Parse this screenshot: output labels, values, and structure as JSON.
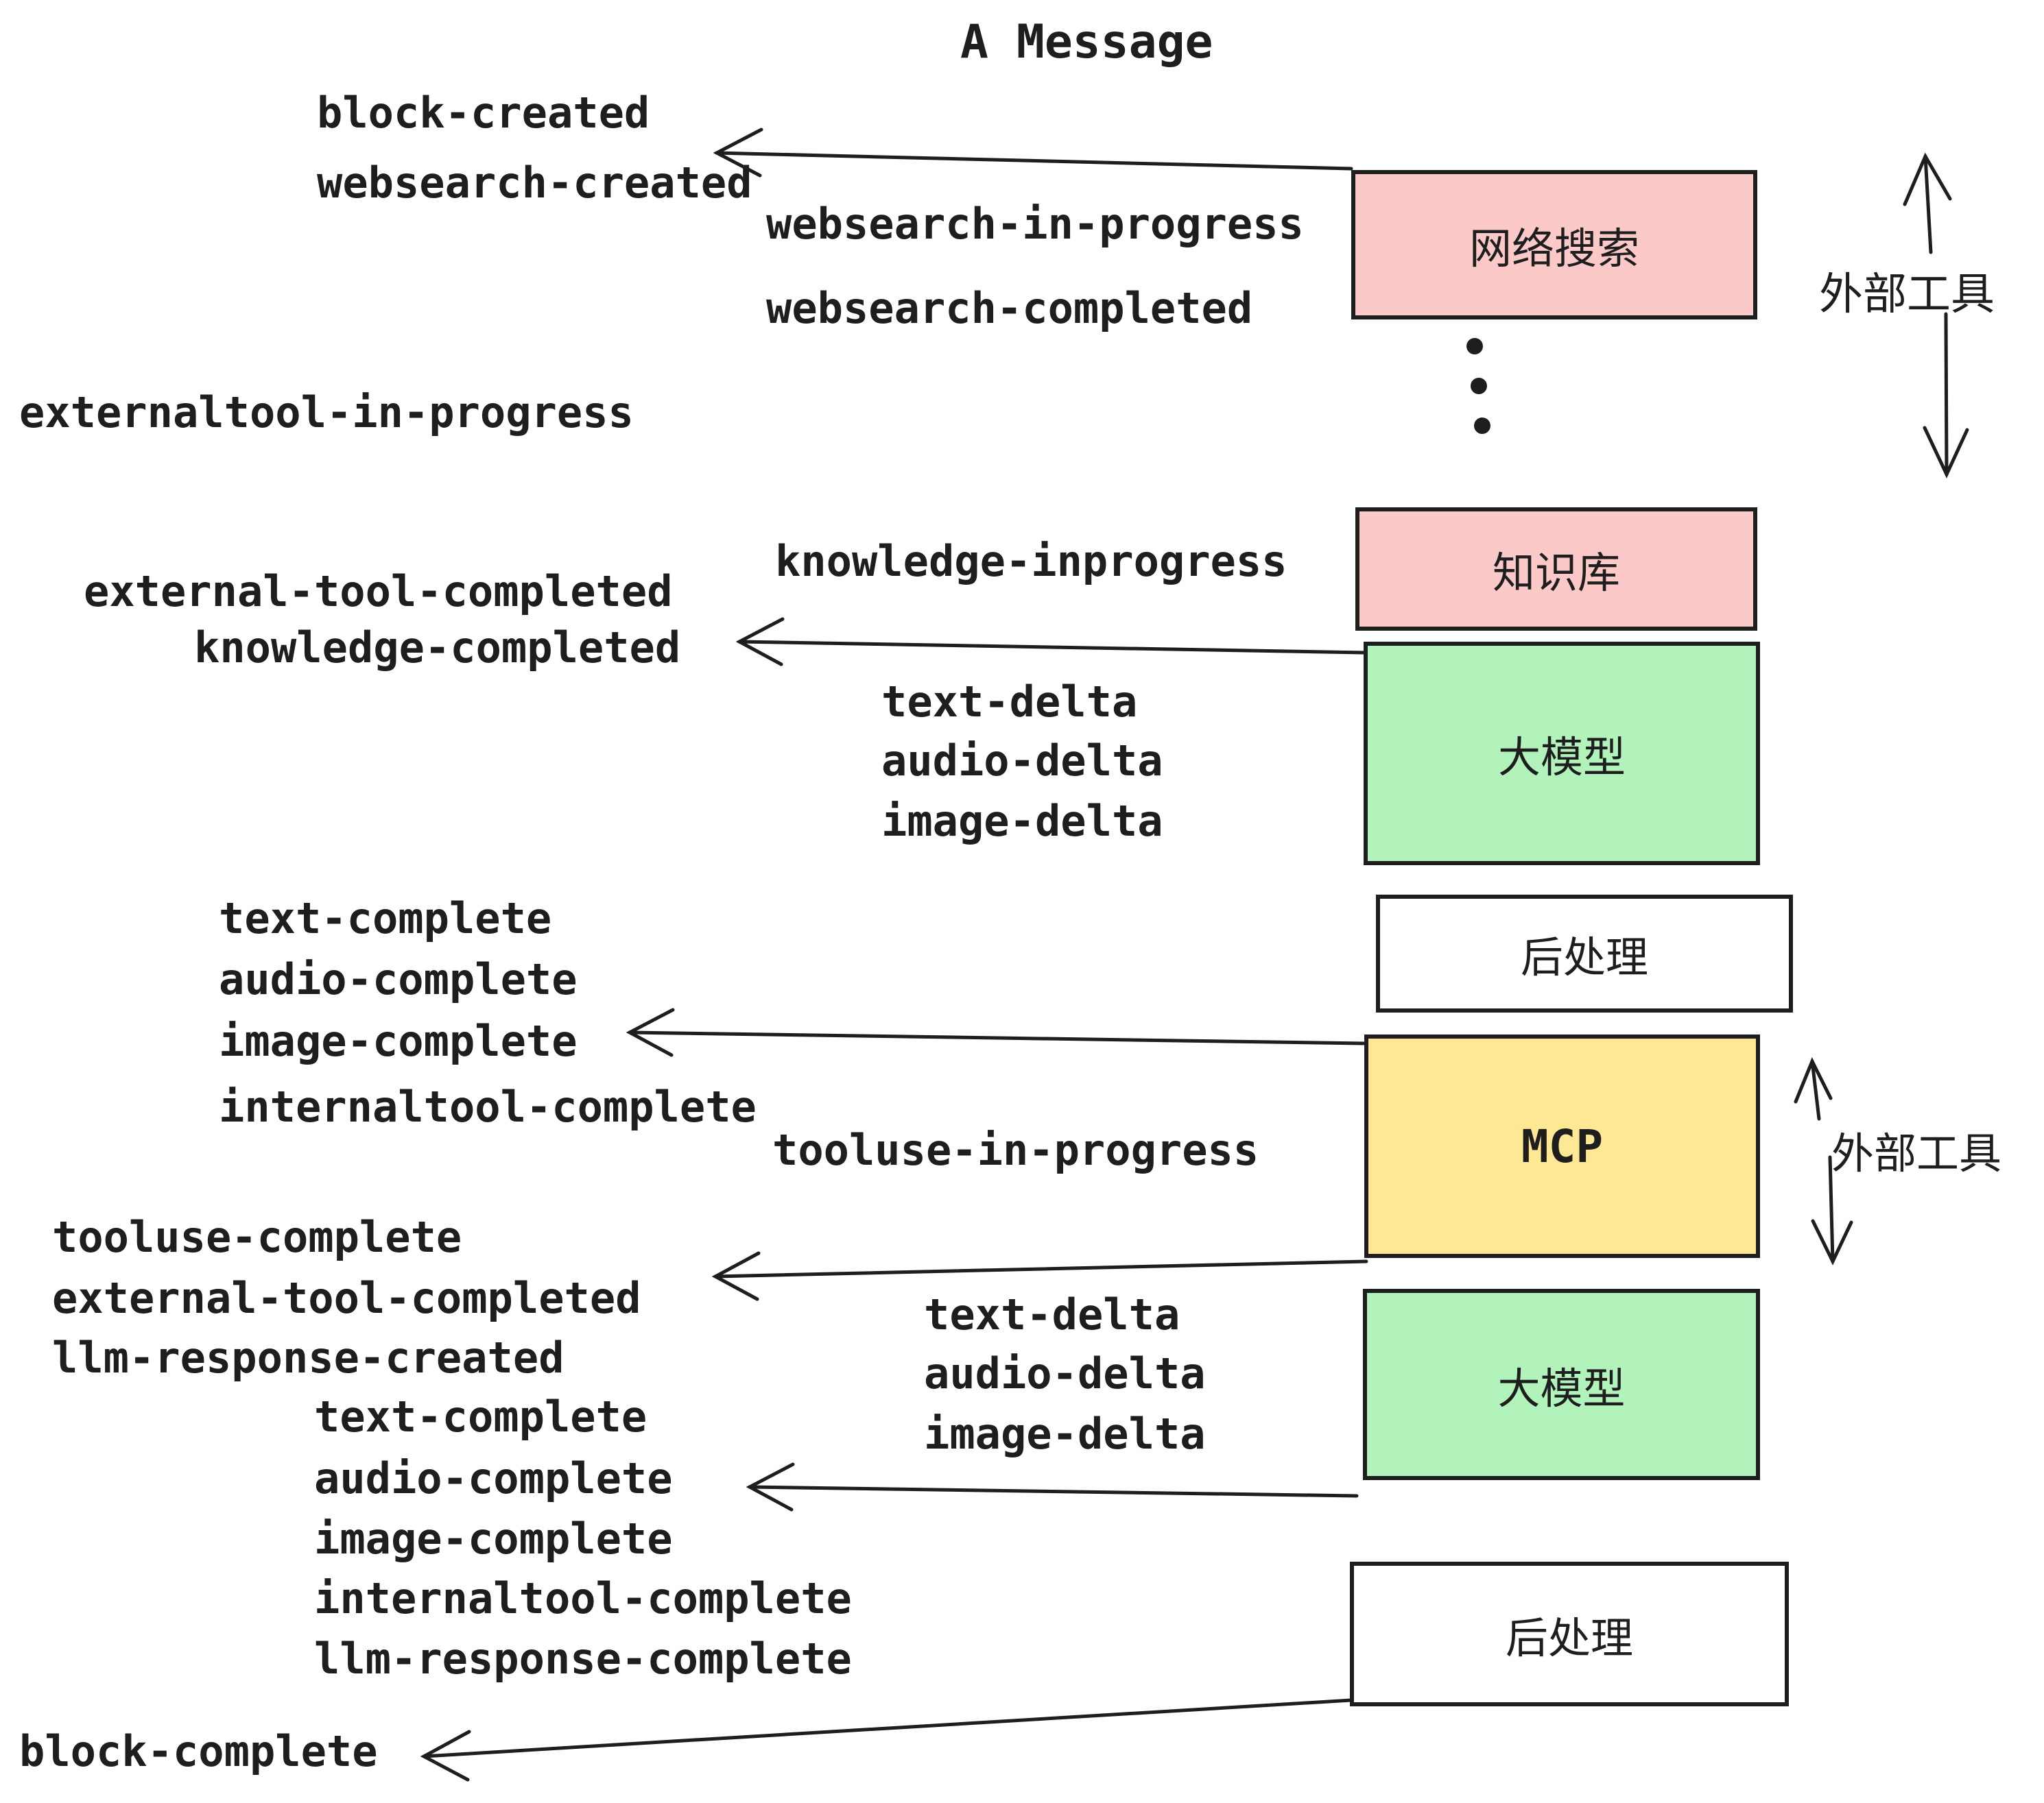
{
  "title": "A Message",
  "colors": {
    "pink": "#fcc9c9",
    "green": "#b2f2bb",
    "yellow": "#ffe894",
    "white": "#ffffff",
    "ink": "#1e1e1e"
  },
  "nodes": {
    "websearch": "网络搜索",
    "knowledge": "知识库",
    "llm1": "大模型",
    "post1": "后处理",
    "mcp": "MCP",
    "llm2": "大模型",
    "post2": "后处理"
  },
  "side_labels": {
    "external_tools_top": "外部工具",
    "external_tools_mid": "外部工具"
  },
  "events": {
    "block_created": "block-created",
    "websearch_created": "websearch-created",
    "websearch_in_progress": "websearch-in-progress",
    "websearch_completed": "websearch-completed",
    "externaltool_in_progress": "externaltool-in-progress",
    "knowledge_inprogress": "knowledge-inprogress",
    "external_tool_completed_1": "external-tool-completed",
    "knowledge_completed": "knowledge-completed",
    "text_delta_1": "text-delta",
    "audio_delta_1": "audio-delta",
    "image_delta_1": "image-delta",
    "text_complete_1": "text-complete",
    "audio_complete_1": "audio-complete",
    "image_complete_1": "image-complete",
    "internaltool_complete_1": "internaltool-complete",
    "tooluse_in_progress": "tooluse-in-progress",
    "tooluse_complete": "tooluse-complete",
    "external_tool_completed_2": "external-tool-completed",
    "llm_response_created": "llm-response-created",
    "text_complete_2": "text-complete",
    "audio_complete_2": "audio-complete",
    "image_complete_2": "image-complete",
    "internaltool_complete_2": "internaltool-complete",
    "llm_response_complete": "llm-response-complete",
    "block_complete": "block-complete"
  }
}
